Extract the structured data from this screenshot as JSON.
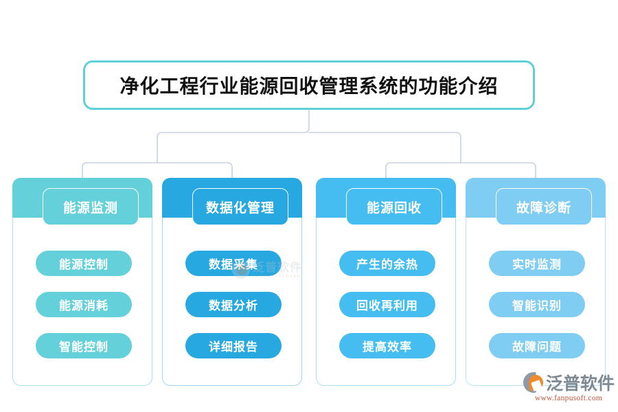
{
  "diagram": {
    "type": "org-tree",
    "title": "净化工程行业能源回收管理系统的功能介绍",
    "columns": [
      {
        "label": "能源监测",
        "color": "#64d0da",
        "border_color": "#a9e3e8",
        "items": [
          "能源控制",
          "能源消耗",
          "智能控制"
        ]
      },
      {
        "label": "数据化管理",
        "color": "#27a8e0",
        "border_color": "#9fd6ef",
        "items": [
          "数据采集",
          "数据分析",
          "详细报告"
        ]
      },
      {
        "label": "能源回收",
        "color": "#45bdf0",
        "border_color": "#a8dff6",
        "items": [
          "产生的余热",
          "回收再利用",
          "提高效率"
        ]
      },
      {
        "label": "故障诊断",
        "color": "#7fcdf2",
        "border_color": "#bbe3f8",
        "items": [
          "实时监测",
          "智能识别",
          "故障问题"
        ]
      }
    ],
    "connector_color": "#c6d2e0",
    "title_border_color": "#5fd0d8"
  },
  "watermark": {
    "cn": "泛普软件",
    "en": "FANPU SOFTWARE"
  },
  "brand": {
    "name": "泛普软件",
    "url": "www.fanpusoft.com",
    "mark_gray": "#8f9aa4",
    "mark_orange": "#f08a2e"
  }
}
